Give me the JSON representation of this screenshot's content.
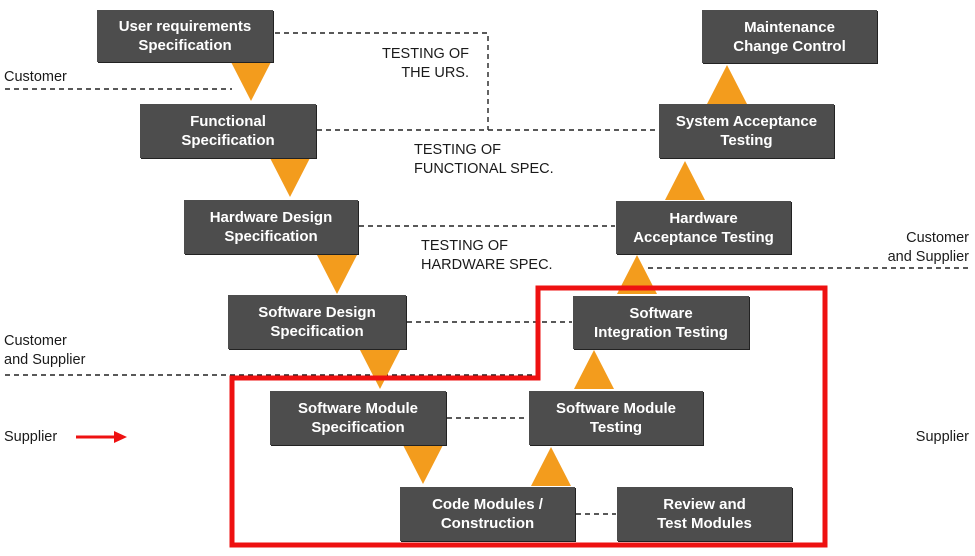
{
  "boxes": [
    {
      "id": "urs",
      "lines": [
        "User requirements",
        "Specification"
      ]
    },
    {
      "id": "fs",
      "lines": [
        "Functional",
        "Specification"
      ]
    },
    {
      "id": "hds",
      "lines": [
        "Hardware Design",
        "Specification"
      ]
    },
    {
      "id": "sds",
      "lines": [
        "Software Design",
        "Specification"
      ]
    },
    {
      "id": "sms",
      "lines": [
        "Software Module",
        "Specification"
      ]
    },
    {
      "id": "code",
      "lines": [
        "Code Modules /",
        "Construction"
      ]
    },
    {
      "id": "review",
      "lines": [
        "Review and",
        "Test Modules"
      ]
    },
    {
      "id": "smt",
      "lines": [
        "Software Module",
        "Testing"
      ]
    },
    {
      "id": "sit",
      "lines": [
        "Software",
        "Integration Testing"
      ]
    },
    {
      "id": "hat",
      "lines": [
        "Hardware",
        "Acceptance Testing"
      ]
    },
    {
      "id": "sat",
      "lines": [
        "System Acceptance",
        "Testing"
      ]
    },
    {
      "id": "maint",
      "lines": [
        "Maintenance",
        "Change Control"
      ]
    }
  ],
  "testing_labels": [
    {
      "id": "urs",
      "lines": [
        "TESTING OF",
        "THE URS."
      ]
    },
    {
      "id": "fs",
      "lines": [
        "TESTING OF",
        "FUNCTIONAL SPEC."
      ]
    },
    {
      "id": "hs",
      "lines": [
        "TESTING OF",
        "HARDWARE SPEC."
      ]
    }
  ],
  "zone_labels": {
    "customer": "Customer",
    "cust_supp_left": [
      "Customer",
      "and Supplier"
    ],
    "cust_supp_right": [
      "Customer",
      "and Supplier"
    ],
    "supplier_left": "Supplier",
    "supplier_right": "Supplier"
  },
  "colors": {
    "box": "#4d4d4d",
    "arrow": "#f39c1d",
    "highlight": "#ee1111"
  }
}
